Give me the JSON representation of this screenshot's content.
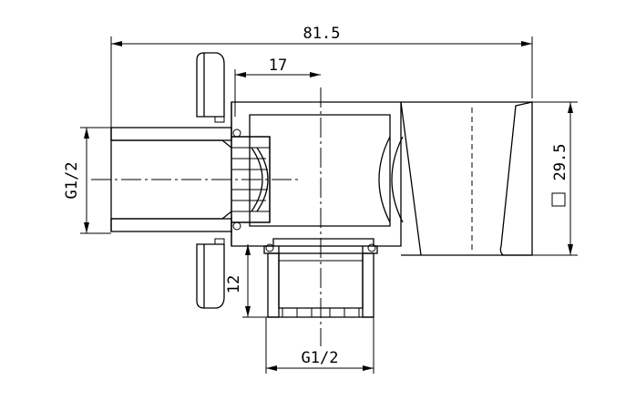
{
  "dimensions": {
    "overall_length": "81.5",
    "inner_length": "17",
    "inlet_thread": "G1/2",
    "outlet_thread": "G1/2",
    "outlet_height": "12",
    "body_square": "29.5"
  }
}
